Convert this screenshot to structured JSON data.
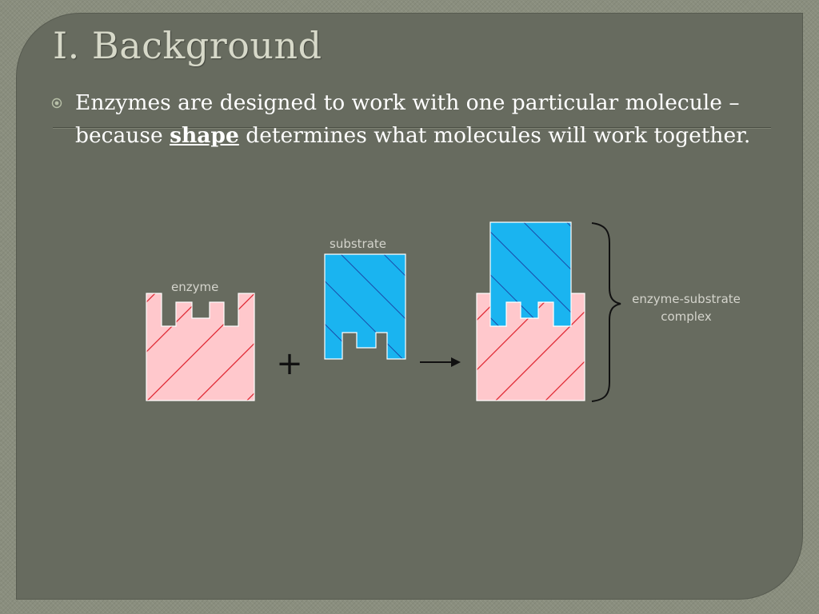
{
  "slide": {
    "title": "I. Background",
    "bullet": {
      "text_before": "Enzymes are designed to work with one particular molecule – because ",
      "emphasis": "shape",
      "text_after": " determines what molecules will work together."
    }
  },
  "diagram": {
    "enzyme_label": "enzyme",
    "substrate_label": "substrate",
    "plus_sign": "+",
    "complex_label_line1": "enzyme-substrate",
    "complex_label_line2": "complex"
  },
  "colors": {
    "enzyme_fill": "#ffc8cc",
    "enzyme_hatch": "#dd1e2a",
    "substrate_fill": "#1ab4f0",
    "substrate_hatch": "#1a4aa8"
  }
}
